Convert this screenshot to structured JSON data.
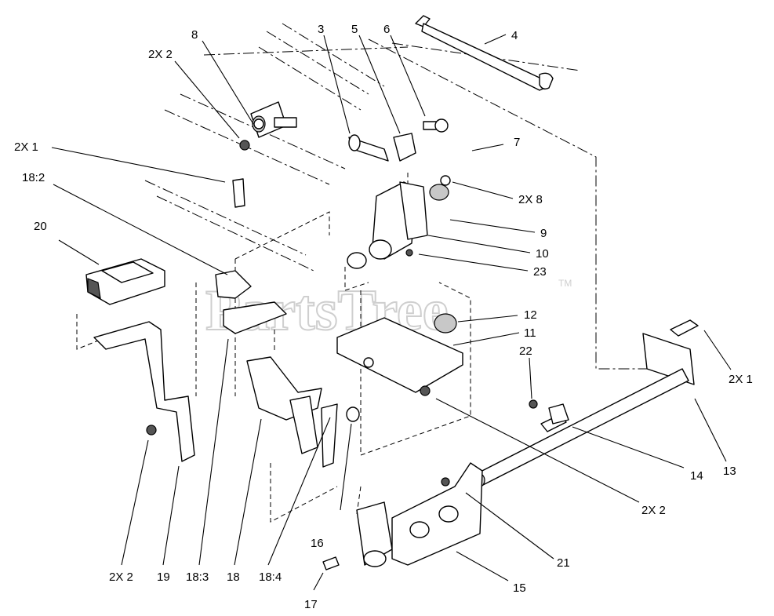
{
  "watermark": {
    "text": "PartsTree",
    "trademark": "TM"
  },
  "callouts": [
    {
      "id": "8",
      "text": "8"
    },
    {
      "id": "3",
      "text": "3"
    },
    {
      "id": "5",
      "text": "5"
    },
    {
      "id": "6",
      "text": "6"
    },
    {
      "id": "4",
      "text": "4"
    },
    {
      "id": "2x2-top",
      "text": "2X 2"
    },
    {
      "id": "2x1-left",
      "text": "2X 1"
    },
    {
      "id": "7",
      "text": "7"
    },
    {
      "id": "18-2",
      "text": "18:2"
    },
    {
      "id": "2x8",
      "text": "2X 8"
    },
    {
      "id": "20",
      "text": "20"
    },
    {
      "id": "9",
      "text": "9"
    },
    {
      "id": "10",
      "text": "10"
    },
    {
      "id": "23",
      "text": "23"
    },
    {
      "id": "12",
      "text": "12"
    },
    {
      "id": "11",
      "text": "11"
    },
    {
      "id": "22",
      "text": "22"
    },
    {
      "id": "2x1-right",
      "text": "2X 1"
    },
    {
      "id": "13",
      "text": "13"
    },
    {
      "id": "14",
      "text": "14"
    },
    {
      "id": "2x2-mid",
      "text": "2X 2"
    },
    {
      "id": "16",
      "text": "16"
    },
    {
      "id": "21",
      "text": "21"
    },
    {
      "id": "15",
      "text": "15"
    },
    {
      "id": "17",
      "text": "17"
    },
    {
      "id": "2x2-bottom",
      "text": "2X 2"
    },
    {
      "id": "19",
      "text": "19"
    },
    {
      "id": "18-3",
      "text": "18:3"
    },
    {
      "id": "18",
      "text": "18"
    },
    {
      "id": "18-4",
      "text": "18:4"
    }
  ]
}
